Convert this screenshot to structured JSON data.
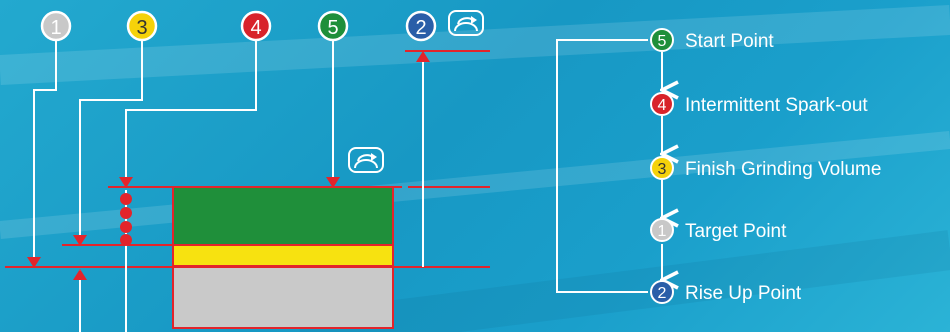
{
  "markers": {
    "target": "1",
    "rise_up": "2",
    "finish_volume": "3",
    "spark_out": "4",
    "start": "5"
  },
  "sequence": [
    {
      "num": "5",
      "label": "Start Point",
      "color": "#1f8f3a"
    },
    {
      "num": "4",
      "label": "Intermittent Spark-out",
      "color": "#d8232a"
    },
    {
      "num": "3",
      "label": "Finish Grinding Volume",
      "color": "#f5d20a"
    },
    {
      "num": "1",
      "label": "Target Point",
      "color": "#c8c8c8"
    },
    {
      "num": "2",
      "label": "Rise Up Point",
      "color": "#2a5ea8"
    }
  ],
  "colors": {
    "guide_line": "#e3242b",
    "green_layer": "#1f8f3a",
    "yellow_layer": "#f7e210",
    "gray_layer": "#c9c9c9",
    "white": "#ffffff"
  },
  "icons": [
    "rotate-icon"
  ]
}
